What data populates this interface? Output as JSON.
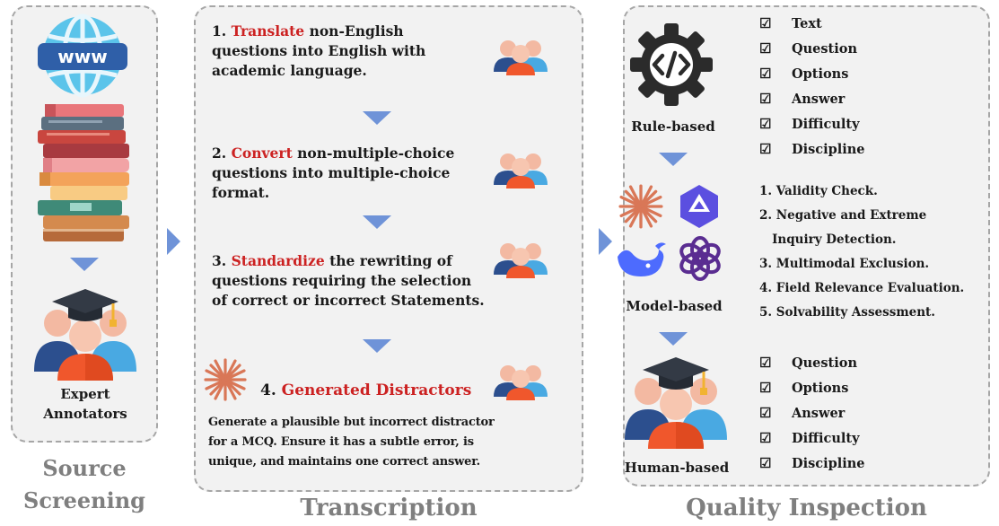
{
  "source_screening": {
    "annotator_label_line1": "Expert",
    "annotator_label_line2": "Annotators",
    "caption_line1": "Source",
    "caption_line2": "Screening",
    "web_text": "www"
  },
  "transcription": {
    "caption": "Transcription",
    "steps": [
      {
        "num": "1.",
        "keyword": "Translate",
        "rest_line1": "non-English",
        "line2": "questions into English with",
        "line3": "academic language."
      },
      {
        "num": "2.",
        "keyword": "Convert",
        "rest_line1": "non-multiple-choice",
        "line2": "questions into multiple-choice",
        "line3": "format."
      },
      {
        "num": "3.",
        "keyword": "Standardize",
        "rest_line1": "the rewriting of",
        "line2": "questions requiring the selection",
        "line3": "of correct or incorrect Statements."
      },
      {
        "num": "4.",
        "keyword": "Generated Distractors"
      }
    ],
    "distractor_text_line1": "Generate a plausible but incorrect distractor",
    "distractor_text_line2": "for a MCQ. Ensure it has a subtle error, is",
    "distractor_text_line3": "unique, and maintains one correct answer."
  },
  "quality": {
    "caption": "Quality Inspection",
    "rule_label": "Rule-based",
    "model_label": "Model-based",
    "human_label": "Human-based",
    "check_mark": "☑",
    "rule_checks": [
      "Text",
      "Question",
      "Options",
      "Answer",
      "Difficulty",
      "Discipline"
    ],
    "model_checks": [
      "1. Validity Check.",
      "2. Negative and Extreme",
      "   Inquiry Detection.",
      "3. Multimodal Exclusion.",
      "4. Field Relevance Evaluation.",
      "5. Solvability Assessment."
    ],
    "human_checks": [
      "Question",
      "Options",
      "Answer",
      "Difficulty",
      "Discipline"
    ]
  },
  "colors": {
    "panel_bg": "#f2f2f2",
    "panel_border": "#a6a6a6",
    "arrow": "#6f93d8",
    "caption": "#7f7f7f",
    "keyword": "#cc2222",
    "claude_orange": "#d97757"
  }
}
